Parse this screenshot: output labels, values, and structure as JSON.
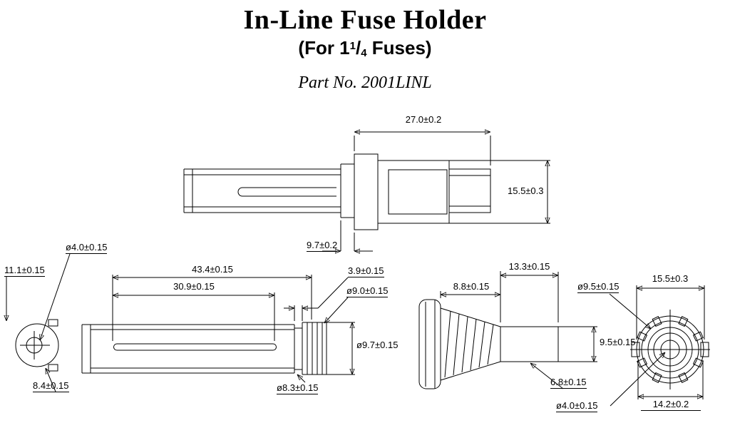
{
  "header": {
    "title": "In-Line Fuse Holder",
    "subtitle": {
      "prefix": "(For 1",
      "sup": "1",
      "slash": "/",
      "sub": "4",
      "suffix": " Fuses)"
    },
    "part_no": "Part No. 2001LINL"
  },
  "drawing": {
    "assembled_view": {
      "length": "27.0±0.2",
      "height": "15.5±0.3",
      "cap_width": "9.7±0.2"
    },
    "left_end_view": {
      "hole_dia": "ø4.0±0.15",
      "height": "11.1±0.15",
      "width": "8.4±0.15"
    },
    "body_view": {
      "overall_length": "43.4±0.15",
      "slot_length": "30.9±0.15",
      "groove_width": "3.9±0.15",
      "body_dia": "ø9.0±0.15",
      "cap_dia": "ø9.7±0.15",
      "groove_dia": "ø8.3±0.15"
    },
    "cap_view": {
      "boot_length": "8.8±0.15",
      "tube_length": "13.3±0.15",
      "ring_dia": "ø9.5±0.15",
      "tube_dia": "9.5±0.15",
      "hex_width": "6.8±0.15",
      "hole_dia": "ø4.0±0.15"
    },
    "right_end_view": {
      "outer_width": "15.5±0.3",
      "body_width": "14.2±0.2"
    }
  }
}
